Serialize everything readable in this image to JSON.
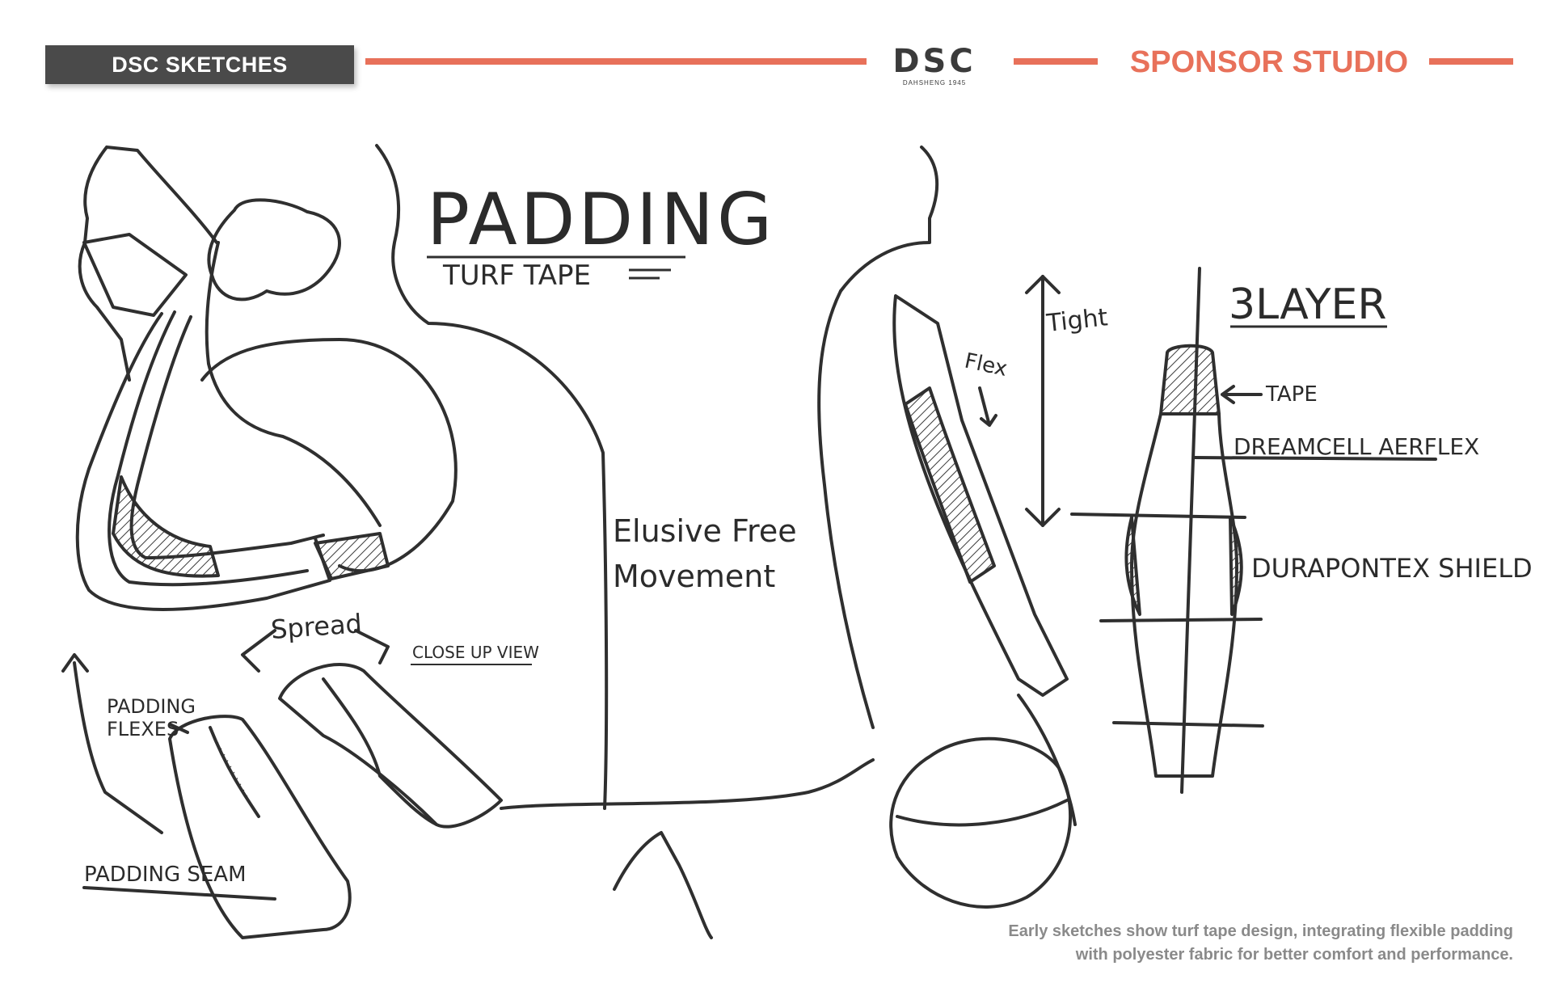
{
  "header": {
    "tag_label": "DSC SKETCHES",
    "logo_mark": "DSC",
    "logo_sub": "DAHSHENG 1945",
    "studio_label": "SPONSOR STUDIO",
    "accent_color": "#E8715A",
    "tag_color": "#4A4A4A"
  },
  "sketch": {
    "title": "PADDING",
    "subtitle": "TURF TAPE",
    "movement_line1": "Elusive Free",
    "movement_line2": "Movement",
    "spread": "Spread",
    "close_up": "CLOSE UP VIEW",
    "padding_flexes_1": "PADDING",
    "padding_flexes_2": "FLEXES",
    "padding_seam": "PADDING SEAM",
    "tight": "Tight",
    "flex": "Flex",
    "layer_title": "3LAYER",
    "tape": "TAPE",
    "dreamcell": "DREAMCELL AERFLEX",
    "durapontex": "DURAPONTEX SHIELD"
  },
  "caption": {
    "line1": "Early sketches show turf tape design, integrating flexible padding",
    "line2": "with polyester fabric for better comfort and performance."
  }
}
